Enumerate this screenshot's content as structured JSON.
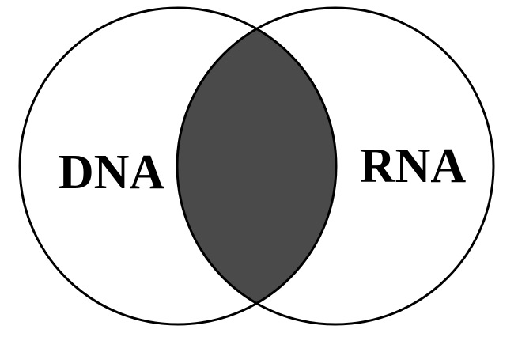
{
  "diagram": {
    "type": "venn",
    "sets": [
      {
        "label": "DNA"
      },
      {
        "label": "RNA"
      }
    ],
    "highlighted_region": "intersection",
    "colors": {
      "background": "#ffffff",
      "outline": "#000000",
      "intersection_fill": "#4a4a4a",
      "text": "#000000"
    }
  }
}
